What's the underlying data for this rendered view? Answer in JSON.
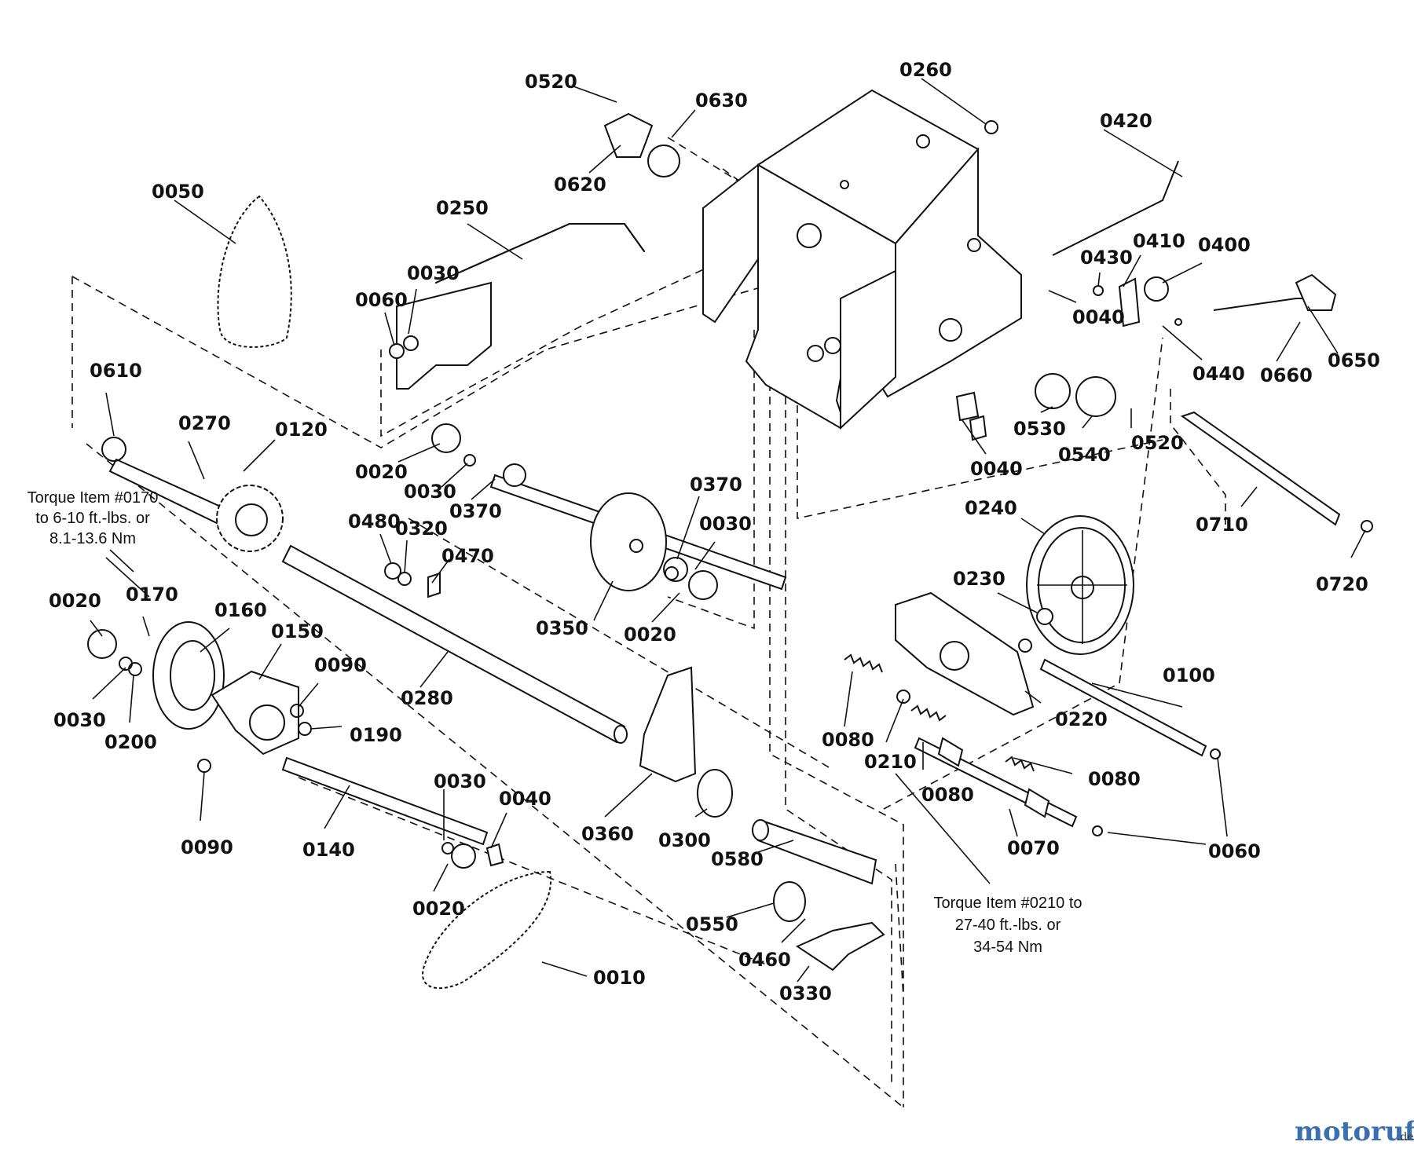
{
  "labels": {
    "l0520a": "0520",
    "l0630": "0630",
    "l0260": "0260",
    "l0420": "0420",
    "l0620": "0620",
    "l0050": "0050",
    "l0250": "0250",
    "l0030a": "0030",
    "l0060a": "0060",
    "l0610": "0610",
    "l0270": "0270",
    "l0120": "0120",
    "l0020a": "0020",
    "l0030b": "0030",
    "l0370a": "0370",
    "l0430": "0430",
    "l0410": "0410",
    "l0400": "0400",
    "l0040a": "0040",
    "l0650": "0650",
    "l0440": "0440",
    "l0660": "0660",
    "l0530": "0530",
    "l0540": "0540",
    "l0520b": "0520",
    "l0040b": "0040",
    "l0710": "0710",
    "l0240": "0240",
    "l0720": "0720",
    "l0480": "0480",
    "l0320": "0320",
    "l0470": "0470",
    "l0370b": "0370",
    "l0030c": "0030",
    "l0350": "0350",
    "l0020b": "0020",
    "l0230": "0230",
    "l0020c": "0020",
    "l0170": "0170",
    "l0160": "0160",
    "l0150": "0150",
    "l0090a": "0090",
    "l0190": "0190",
    "l0030d": "0030",
    "l0200": "0200",
    "l0280": "0280",
    "l0100": "0100",
    "l0220": "0220",
    "l0080a": "0080",
    "l0210": "0210",
    "l0080b": "0080",
    "l0080c": "0080",
    "l0090b": "0090",
    "l0140": "0140",
    "l0030e": "0030",
    "l0040c": "0040",
    "l0360": "0360",
    "l0300": "0300",
    "l0070": "0070",
    "l0060b": "0060",
    "l0580": "0580",
    "l0020d": "0020",
    "l0550": "0550",
    "l0460": "0460",
    "l0010": "0010",
    "l0330": "0330"
  },
  "notes": {
    "torque_0170": [
      "Torque Item #0170",
      "to 6-10 ft.-lbs. or",
      "8.1-13.6 Nm"
    ],
    "torque_0210": [
      "Torque Item #0210 to",
      "27-40 ft.-lbs. or",
      "34-54 Nm"
    ]
  },
  "watermark": {
    "brand": "motoruf",
    "suffix": ".de"
  },
  "colors": {
    "line": "#111111",
    "background": "#ffffff",
    "wm_m": "#3a6fb0",
    "wm_o": "#d2232a",
    "wm_t": "#f5a623",
    "wm_o2": "#2e9e4a",
    "wm_r": "#3a6fb0",
    "wm_u": "#8e44ad",
    "wm_f": "#d2232a"
  }
}
